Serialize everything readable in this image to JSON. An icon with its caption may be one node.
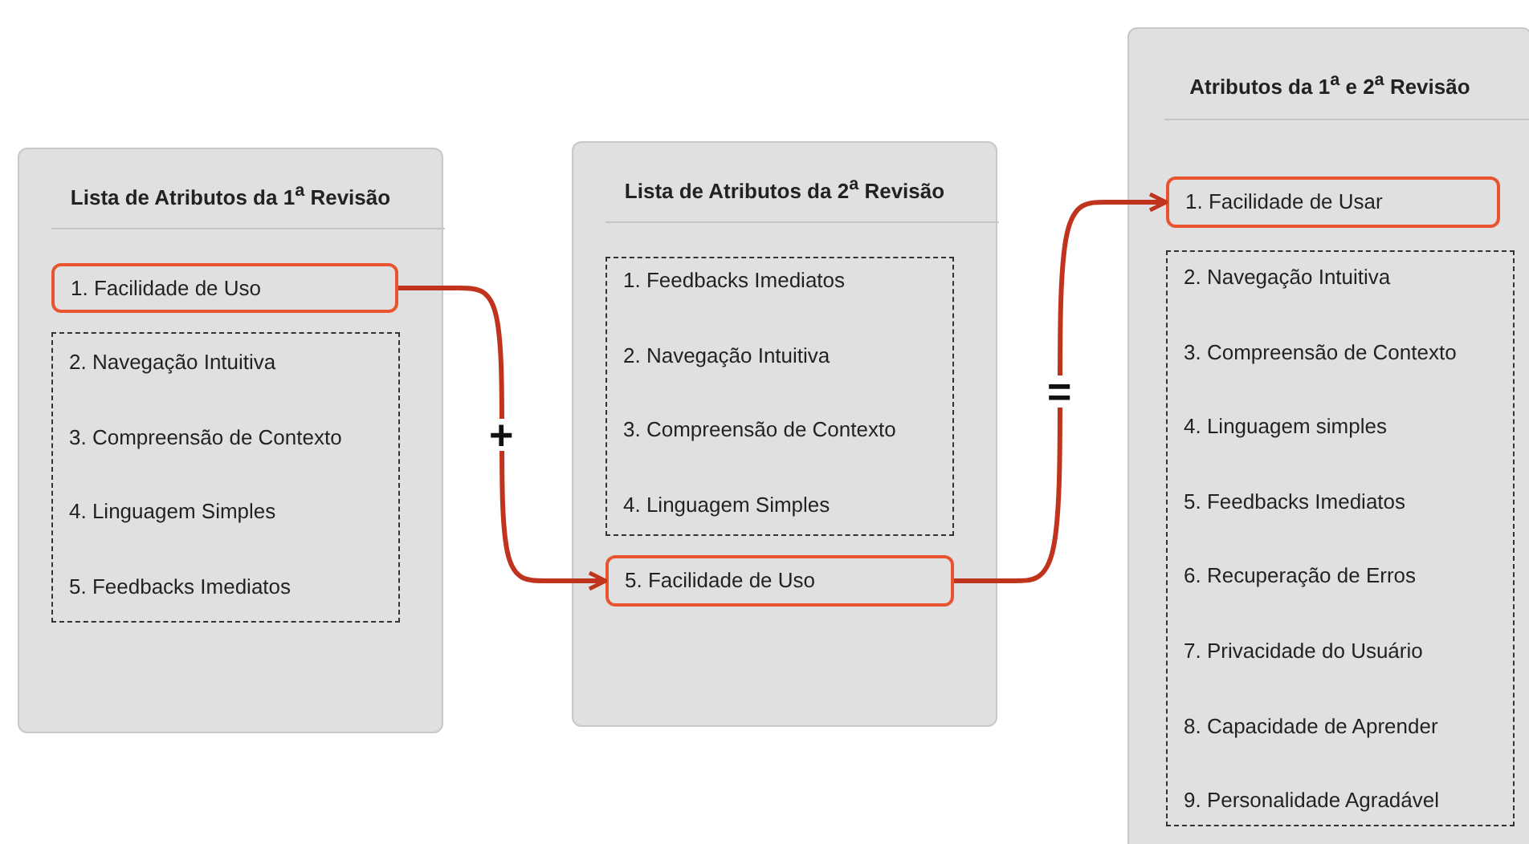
{
  "diagram": {
    "nodes": [
      {
        "text": [
          "Lista de Atributos da 1$^{a}$ Revisão"
        ]
      },
      {
        "text": [
          "1. Facilidade de Uso"
        ],
        "in": 0
      },
      {
        "text": [
          "2. Navegação Intuitiva",
          "3. Compreensão de Contexto",
          "4. Linguagem Simples",
          "5. Feedbacks Imediatos"
        ],
        "in": 0
      },
      {
        "text": [
          "Lista de Atributos da 2$^{a}$ Revisão"
        ]
      },
      {
        "text": [
          "1. Feedbacks Imediatos",
          "2. Navegação Intuitiva",
          "3. Compreensão de Contexto",
          "4. Linguagem Simples"
        ],
        "in": 3
      },
      {
        "text": [
          "5. Facilidade de Uso"
        ],
        "in": 3
      },
      {
        "text": [
          "Atributos da 1$^{a}$ e 2$^{a}$ Revisão"
        ]
      },
      {
        "text": [
          "1. Facilidade de Usar"
        ],
        "in": 6
      },
      {
        "text": [
          "2. Navegação Intuitiva",
          "3. Compreensão de Contexto",
          "4. Linguagem simples",
          "5. Feedbacks Imediatos",
          "6. Recuperação de Erros",
          "7. Privacidade do Usuário",
          "8. Capacidade de Aprender",
          "9. Personalidade Agradável"
        ],
        "in": 6
      }
    ],
    "edges": [
      {
        "from": 1,
        "to": 5,
        "arrow": "to",
        "label": "+"
      },
      {
        "from": 5,
        "to": 7,
        "arrow": "to",
        "label": "="
      }
    ]
  }
}
